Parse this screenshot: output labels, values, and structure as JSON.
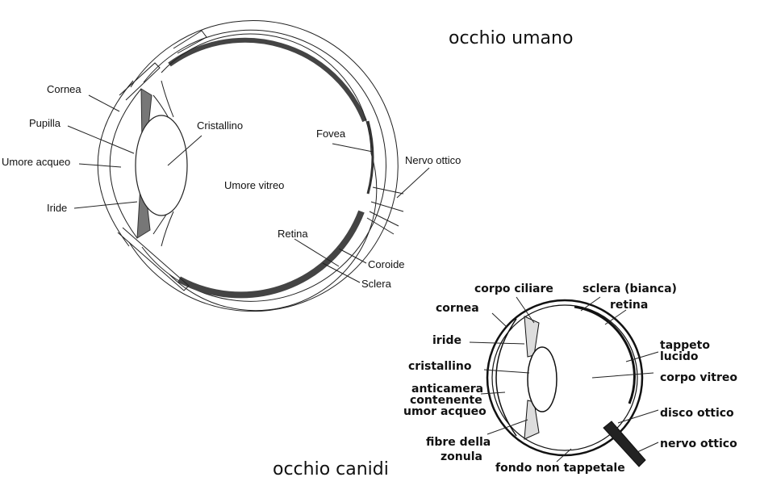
{
  "titles": {
    "human": "occhio umano",
    "canine": "occhio canidi"
  },
  "human_labels": {
    "cornea": "Cornea",
    "pupilla": "Pupilla",
    "umore_acqueo": "Umore acqueo",
    "iride": "Iride",
    "cristallino": "Cristallino",
    "umore_vitreo": "Umore vitreo",
    "fovea": "Fovea",
    "nervo_ottico": "Nervo ottico",
    "retina": "Retina",
    "coroide": "Coroide",
    "sclera": "Sclera"
  },
  "canine_labels": {
    "corpo_ciliare": "corpo ciliare",
    "sclera": "sclera (bianca)",
    "cornea": "cornea",
    "retina": "retina",
    "iride": "iride",
    "tappeto_1": "tappeto",
    "tappeto_2": "lucido",
    "cristallino": "cristallino",
    "corpo_vitreo": "corpo vitreo",
    "anticamera_1": "anticamera",
    "anticamera_2": "contenente",
    "anticamera_3": "umor acqueo",
    "disco_ottico": "disco ottico",
    "fibre_1": "fibre della",
    "fibre_2": "zonula",
    "nervo_ottico": "nervo ottico",
    "fondo": "fondo non tappetale"
  }
}
